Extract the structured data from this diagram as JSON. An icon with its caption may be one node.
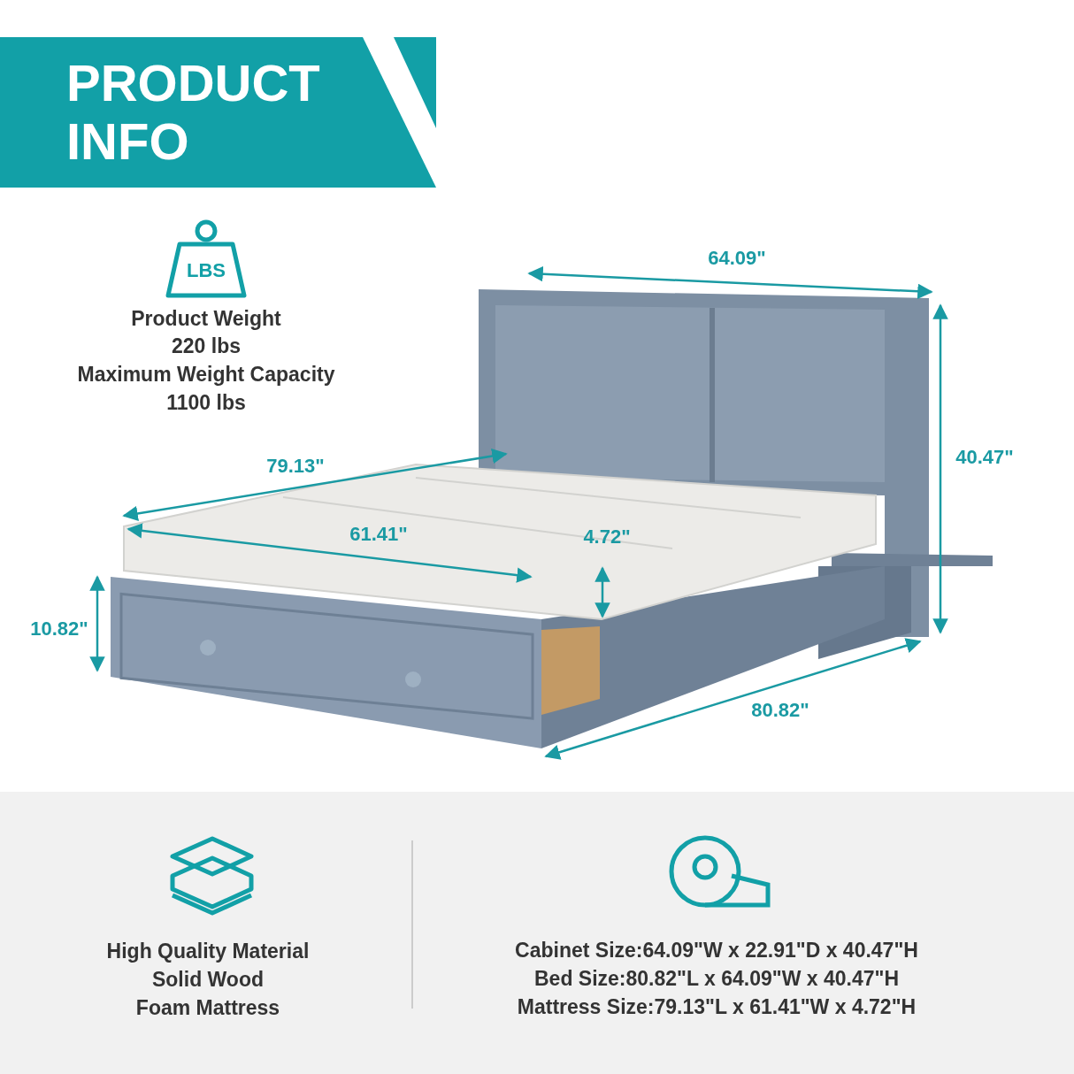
{
  "diagram": {
    "title": "PRODUCT INFO",
    "labels": [
      "LBS",
      "Product Weight",
      "220 lbs",
      "Maximum Weight Capacity",
      "1100 lbs",
      "64.09\"",
      "40.47\"",
      "79.13\"",
      "61.41\"",
      "4.72\"",
      "10.82\"",
      "80.82\"",
      "High Quality Material",
      "Solid Wood",
      "Foam Mattress",
      "Cabinet Size:64.09\"W x 22.91\"D x 40.47\"H",
      "Bed Size:80.82\"L x 64.09\"W x 40.47\"H",
      "Mattress Size:79.13\"L x 61.41\"W x 4.72\"H"
    ]
  }
}
